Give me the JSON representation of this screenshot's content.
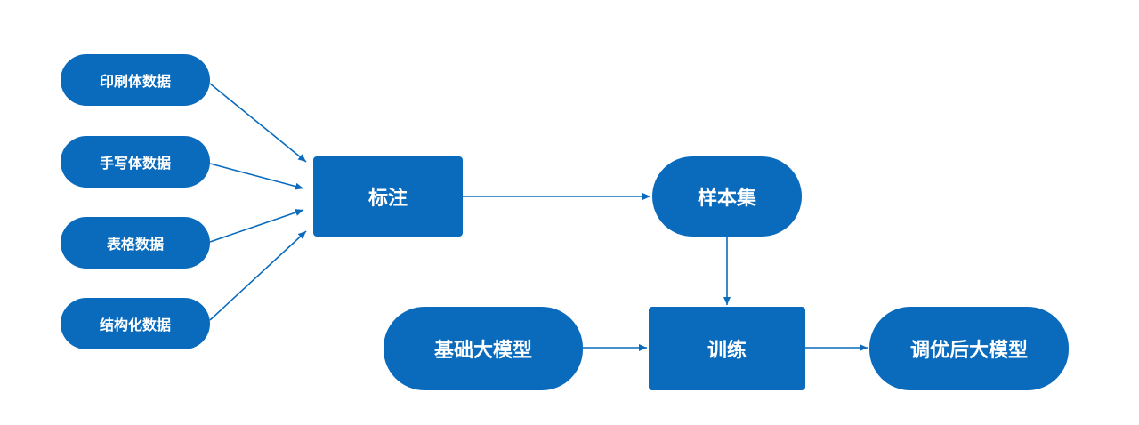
{
  "colors": {
    "node_fill": "#0a6bbd",
    "node_text": "#ffffff",
    "edge": "#0a6bbd"
  },
  "nodes": {
    "printed_data": "印刷体数据",
    "handwritten_data": "手写体数据",
    "table_data": "表格数据",
    "structured_data": "结构化数据",
    "annotation": "标注",
    "sample_set": "样本集",
    "base_model": "基础大模型",
    "training": "训练",
    "tuned_model": "调优后大模型"
  },
  "edges": [
    {
      "from": "printed_data",
      "to": "annotation"
    },
    {
      "from": "handwritten_data",
      "to": "annotation"
    },
    {
      "from": "table_data",
      "to": "annotation"
    },
    {
      "from": "structured_data",
      "to": "annotation"
    },
    {
      "from": "annotation",
      "to": "sample_set"
    },
    {
      "from": "sample_set",
      "to": "training"
    },
    {
      "from": "base_model",
      "to": "training"
    },
    {
      "from": "training",
      "to": "tuned_model"
    }
  ]
}
